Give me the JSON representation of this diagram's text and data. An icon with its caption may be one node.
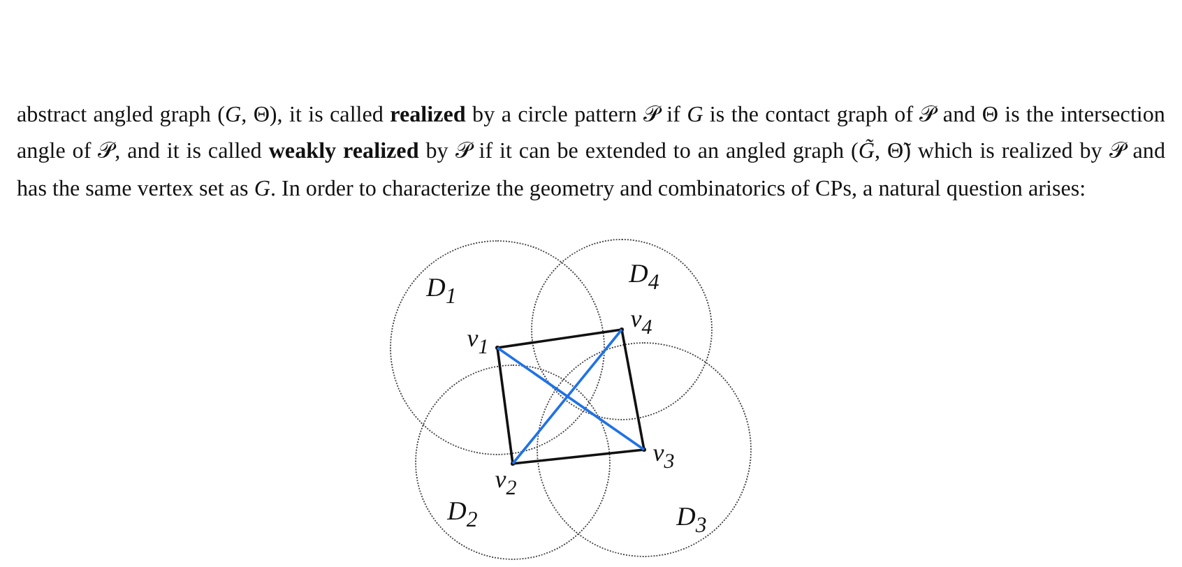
{
  "diagram": {
    "nodes": [
      {
        "text": [
          "D$_{1}$"
        ]
      },
      {
        "text": [
          "D$_{4}$"
        ]
      },
      {
        "text": [
          "D$_{2}$"
        ]
      },
      {
        "text": [
          "D$_{3}$"
        ]
      },
      {
        "text": [],
        "shape": "point",
        "beside": [
          "v$_{1}$"
        ],
        "in": 0
      },
      {
        "text": [],
        "shape": "point",
        "beside": [
          "v$_{4}$"
        ],
        "in": 1
      },
      {
        "text": [],
        "shape": "point",
        "beside": [
          "v$_{2}$"
        ],
        "in": 2
      },
      {
        "text": [],
        "shape": "point",
        "beside": [
          "v$_{3}$"
        ],
        "in": 3
      }
    ],
    "edges": [
      {
        "from": 4,
        "to": 5,
        "arrow": "none"
      },
      {
        "from": 5,
        "to": 7,
        "arrow": "none"
      },
      {
        "from": 7,
        "to": 6,
        "arrow": "none"
      },
      {
        "from": 6,
        "to": 4,
        "arrow": "none"
      },
      {
        "from": 4,
        "to": 7,
        "arrow": "none",
        "color": "#1f72e6"
      },
      {
        "from": 6,
        "to": 5,
        "arrow": "none",
        "color": "#1f72e6"
      }
    ],
    "labels": [
      "abstract angled graph (*G*, Θ), it is called **realized** by a circle pattern 𝒫 if *G* is the contact graph of 𝒫 and Θ is the intersection angle of 𝒫, and it is called **weakly realized** by 𝒫 if it can be extended to an angled graph (*G̃*, Θ̃) which is realized by 𝒫 and has the same vertex set as *G*. In order to characterize the geometry and combinatorics of CPs, a natural question arises:"
    ]
  }
}
